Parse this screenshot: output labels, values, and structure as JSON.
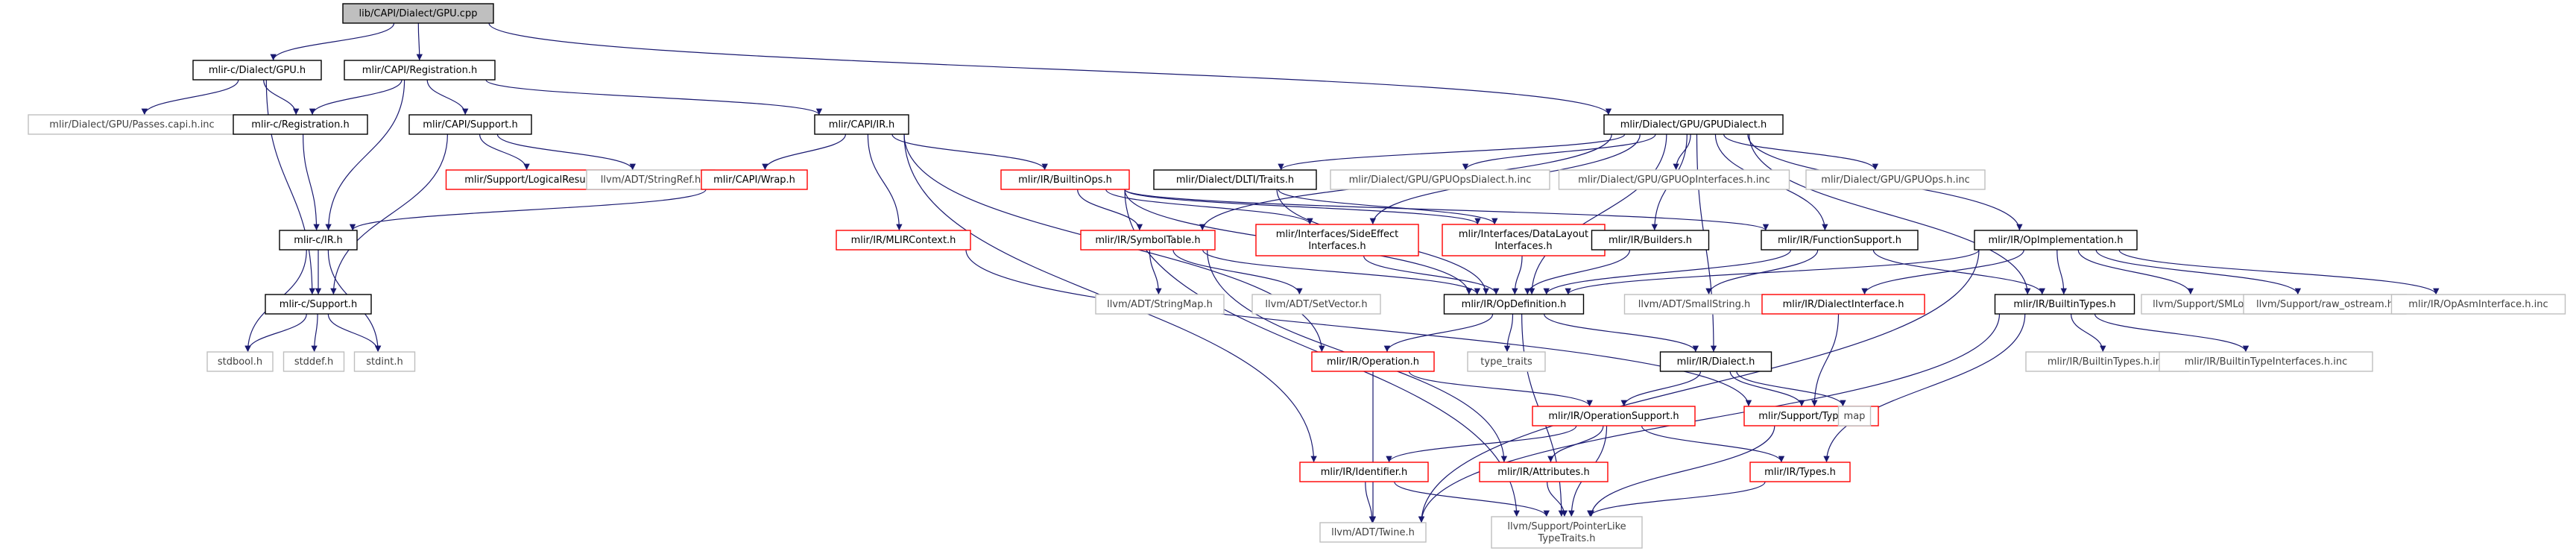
{
  "colors": {
    "edge": "#191970",
    "box_black": "#000000",
    "box_red": "#ff0000",
    "box_gray": "#bfbfbf",
    "root_fill": "#bfbfbf",
    "text_default": "#000000",
    "text_gray": "#404040"
  },
  "nodes": [
    {
      "id": "gpu_cpp",
      "lines": [
        "lib/CAPI/Dialect/GPU.cpp"
      ],
      "style": "root"
    },
    {
      "id": "c_dialect_gpu_h",
      "lines": [
        "mlir-c/Dialect/GPU.h"
      ],
      "style": "black"
    },
    {
      "id": "capi_registration_h",
      "lines": [
        "mlir/CAPI/Registration.h"
      ],
      "style": "black"
    },
    {
      "id": "gpudialect_h",
      "lines": [
        "mlir/Dialect/GPU/GPUDialect.h"
      ],
      "style": "black"
    },
    {
      "id": "gpu_passes_capi_inc",
      "lines": [
        "mlir/Dialect/GPU/Passes.capi.h.inc"
      ],
      "style": "gray"
    },
    {
      "id": "c_registration_h",
      "lines": [
        "mlir-c/Registration.h"
      ],
      "style": "black"
    },
    {
      "id": "capi_support_h",
      "lines": [
        "mlir/CAPI/Support.h"
      ],
      "style": "black"
    },
    {
      "id": "capi_ir_h",
      "lines": [
        "mlir/CAPI/IR.h"
      ],
      "style": "black"
    },
    {
      "id": "logicalresult_h",
      "lines": [
        "mlir/Support/LogicalResult.h"
      ],
      "style": "red"
    },
    {
      "id": "stringref_h",
      "lines": [
        "llvm/ADT/StringRef.h"
      ],
      "style": "gray"
    },
    {
      "id": "capi_wrap_h",
      "lines": [
        "mlir/CAPI/Wrap.h"
      ],
      "style": "red"
    },
    {
      "id": "builtinops_h",
      "lines": [
        "mlir/IR/BuiltinOps.h"
      ],
      "style": "red"
    },
    {
      "id": "dlti_traits_h",
      "lines": [
        "mlir/Dialect/DLTI/Traits.h"
      ],
      "style": "black"
    },
    {
      "id": "gpuopsdialect_inc",
      "lines": [
        "mlir/Dialect/GPU/GPUOpsDialect.h.inc"
      ],
      "style": "gray"
    },
    {
      "id": "gpuopinterfaces_inc",
      "lines": [
        "mlir/Dialect/GPU/GPUOpInterfaces.h.inc"
      ],
      "style": "gray"
    },
    {
      "id": "gpuops_inc",
      "lines": [
        "mlir/Dialect/GPU/GPUOps.h.inc"
      ],
      "style": "gray"
    },
    {
      "id": "c_ir_h",
      "lines": [
        "mlir-c/IR.h"
      ],
      "style": "black"
    },
    {
      "id": "mlircontext_h",
      "lines": [
        "mlir/IR/MLIRContext.h"
      ],
      "style": "red"
    },
    {
      "id": "symboltable_h",
      "lines": [
        "mlir/IR/SymbolTable.h"
      ],
      "style": "red"
    },
    {
      "id": "sideeffect_h",
      "lines": [
        "mlir/Interfaces/SideEffect",
        "Interfaces.h"
      ],
      "style": "red"
    },
    {
      "id": "datalayout_h",
      "lines": [
        "mlir/Interfaces/DataLayout",
        "Interfaces.h"
      ],
      "style": "red"
    },
    {
      "id": "builders_h",
      "lines": [
        "mlir/IR/Builders.h"
      ],
      "style": "black"
    },
    {
      "id": "functionsupport_h",
      "lines": [
        "mlir/IR/FunctionSupport.h"
      ],
      "style": "black"
    },
    {
      "id": "opimplementation_h",
      "lines": [
        "mlir/IR/OpImplementation.h"
      ],
      "style": "black"
    },
    {
      "id": "c_support_h",
      "lines": [
        "mlir-c/Support.h"
      ],
      "style": "black"
    },
    {
      "id": "stringmap_h",
      "lines": [
        "llvm/ADT/StringMap.h"
      ],
      "style": "gray"
    },
    {
      "id": "setvector_h",
      "lines": [
        "llvm/ADT/SetVector.h"
      ],
      "style": "gray"
    },
    {
      "id": "opdefinition_h",
      "lines": [
        "mlir/IR/OpDefinition.h"
      ],
      "style": "black"
    },
    {
      "id": "smallstring_h",
      "lines": [
        "llvm/ADT/SmallString.h"
      ],
      "style": "gray"
    },
    {
      "id": "dialectinterface_h",
      "lines": [
        "mlir/IR/DialectInterface.h"
      ],
      "style": "red"
    },
    {
      "id": "builtintypes_h",
      "lines": [
        "mlir/IR/BuiltinTypes.h"
      ],
      "style": "black"
    },
    {
      "id": "smloc_h",
      "lines": [
        "llvm/Support/SMLoc.h"
      ],
      "style": "gray"
    },
    {
      "id": "raw_ostream_h",
      "lines": [
        "llvm/Support/raw_ostream.h"
      ],
      "style": "gray"
    },
    {
      "id": "opasminterface_inc",
      "lines": [
        "mlir/IR/OpAsmInterface.h.inc"
      ],
      "style": "gray"
    },
    {
      "id": "stdbool_h",
      "lines": [
        "stdbool.h"
      ],
      "style": "gray"
    },
    {
      "id": "stddef_h",
      "lines": [
        "stddef.h"
      ],
      "style": "gray"
    },
    {
      "id": "stdint_h",
      "lines": [
        "stdint.h"
      ],
      "style": "gray"
    },
    {
      "id": "operation_h",
      "lines": [
        "mlir/IR/Operation.h"
      ],
      "style": "red"
    },
    {
      "id": "type_traits",
      "lines": [
        "type_traits"
      ],
      "style": "gray"
    },
    {
      "id": "dialect_h",
      "lines": [
        "mlir/IR/Dialect.h"
      ],
      "style": "black"
    },
    {
      "id": "builtintypes_inc",
      "lines": [
        "mlir/IR/BuiltinTypes.h.inc"
      ],
      "style": "gray"
    },
    {
      "id": "builtintypeinterfaces_inc",
      "lines": [
        "mlir/IR/BuiltinTypeInterfaces.h.inc"
      ],
      "style": "gray"
    },
    {
      "id": "operationsupport_h",
      "lines": [
        "mlir/IR/OperationSupport.h"
      ],
      "style": "red"
    },
    {
      "id": "typeid_h",
      "lines": [
        "mlir/Support/TypeID.h"
      ],
      "style": "red"
    },
    {
      "id": "map",
      "lines": [
        "map"
      ],
      "style": "gray"
    },
    {
      "id": "identifier_h",
      "lines": [
        "mlir/IR/Identifier.h"
      ],
      "style": "red"
    },
    {
      "id": "attributes_h",
      "lines": [
        "mlir/IR/Attributes.h"
      ],
      "style": "red"
    },
    {
      "id": "types_h",
      "lines": [
        "mlir/IR/Types.h"
      ],
      "style": "red"
    },
    {
      "id": "twine_h",
      "lines": [
        "llvm/ADT/Twine.h"
      ],
      "style": "gray"
    },
    {
      "id": "pointerlike_h",
      "lines": [
        "llvm/Support/PointerLike",
        "TypeTraits.h"
      ],
      "style": "gray"
    }
  ],
  "edges": [
    [
      "gpu_cpp",
      "c_dialect_gpu_h"
    ],
    [
      "gpu_cpp",
      "capi_registration_h"
    ],
    [
      "gpu_cpp",
      "gpudialect_h"
    ],
    [
      "c_dialect_gpu_h",
      "gpu_passes_capi_inc"
    ],
    [
      "c_dialect_gpu_h",
      "c_registration_h"
    ],
    [
      "c_dialect_gpu_h",
      "c_support_h"
    ],
    [
      "capi_registration_h",
      "c_registration_h"
    ],
    [
      "capi_registration_h",
      "capi_support_h"
    ],
    [
      "capi_registration_h",
      "capi_ir_h"
    ],
    [
      "capi_registration_h",
      "c_ir_h"
    ],
    [
      "c_registration_h",
      "c_ir_h"
    ],
    [
      "capi_support_h",
      "logicalresult_h"
    ],
    [
      "capi_support_h",
      "stringref_h"
    ],
    [
      "capi_support_h",
      "c_support_h"
    ],
    [
      "capi_ir_h",
      "capi_wrap_h"
    ],
    [
      "capi_ir_h",
      "builtinops_h"
    ],
    [
      "capi_ir_h",
      "mlircontext_h"
    ],
    [
      "capi_ir_h",
      "operation_h"
    ],
    [
      "capi_ir_h",
      "identifier_h"
    ],
    [
      "capi_wrap_h",
      "c_ir_h"
    ],
    [
      "c_ir_h",
      "c_support_h"
    ],
    [
      "c_ir_h",
      "stdbool_h"
    ],
    [
      "c_ir_h",
      "stdint_h"
    ],
    [
      "c_support_h",
      "stdbool_h"
    ],
    [
      "c_support_h",
      "stddef_h"
    ],
    [
      "c_support_h",
      "stdint_h"
    ],
    [
      "gpudialect_h",
      "dlti_traits_h"
    ],
    [
      "gpudialect_h",
      "gpuopsdialect_inc"
    ],
    [
      "gpudialect_h",
      "gpuopinterfaces_inc"
    ],
    [
      "gpudialect_h",
      "gpuops_inc"
    ],
    [
      "gpudialect_h",
      "builders_h"
    ],
    [
      "gpudialect_h",
      "functionsupport_h"
    ],
    [
      "gpudialect_h",
      "opimplementation_h"
    ],
    [
      "gpudialect_h",
      "sideeffect_h"
    ],
    [
      "gpudialect_h",
      "symboltable_h"
    ],
    [
      "gpudialect_h",
      "opdefinition_h"
    ],
    [
      "gpudialect_h",
      "builtintypes_h"
    ],
    [
      "gpudialect_h",
      "dialect_h"
    ],
    [
      "builtinops_h",
      "symboltable_h"
    ],
    [
      "builtinops_h",
      "sideeffect_h"
    ],
    [
      "builtinops_h",
      "datalayout_h"
    ],
    [
      "builtinops_h",
      "functionsupport_h"
    ],
    [
      "builtinops_h",
      "opdefinition_h"
    ],
    [
      "builtinops_h",
      "pointerlike_h"
    ],
    [
      "dlti_traits_h",
      "datalayout_h"
    ],
    [
      "dlti_traits_h",
      "opdefinition_h"
    ],
    [
      "mlircontext_h",
      "typeid_h"
    ],
    [
      "symboltable_h",
      "stringmap_h"
    ],
    [
      "symboltable_h",
      "setvector_h"
    ],
    [
      "symboltable_h",
      "opdefinition_h"
    ],
    [
      "symboltable_h",
      "attributes_h"
    ],
    [
      "sideeffect_h",
      "opdefinition_h"
    ],
    [
      "datalayout_h",
      "opdefinition_h"
    ],
    [
      "builders_h",
      "opdefinition_h"
    ],
    [
      "functionsupport_h",
      "opdefinition_h"
    ],
    [
      "functionsupport_h",
      "smallstring_h"
    ],
    [
      "functionsupport_h",
      "builtintypes_h"
    ],
    [
      "opimplementation_h",
      "dialectinterface_h"
    ],
    [
      "opimplementation_h",
      "builtintypes_h"
    ],
    [
      "opimplementation_h",
      "smloc_h"
    ],
    [
      "opimplementation_h",
      "raw_ostream_h"
    ],
    [
      "opimplementation_h",
      "opasminterface_inc"
    ],
    [
      "opimplementation_h",
      "opdefinition_h"
    ],
    [
      "opimplementation_h",
      "twine_h"
    ],
    [
      "opdefinition_h",
      "operation_h"
    ],
    [
      "opdefinition_h",
      "type_traits"
    ],
    [
      "opdefinition_h",
      "dialect_h"
    ],
    [
      "opdefinition_h",
      "pointerlike_h"
    ],
    [
      "dialectinterface_h",
      "typeid_h"
    ],
    [
      "builtintypes_h",
      "builtintypes_inc"
    ],
    [
      "builtintypes_h",
      "builtintypeinterfaces_inc"
    ],
    [
      "builtintypes_h",
      "types_h"
    ],
    [
      "builtintypes_h",
      "twine_h"
    ],
    [
      "operation_h",
      "operationsupport_h"
    ],
    [
      "operation_h",
      "twine_h"
    ],
    [
      "dialect_h",
      "operationsupport_h"
    ],
    [
      "dialect_h",
      "typeid_h"
    ],
    [
      "dialect_h",
      "map"
    ],
    [
      "operationsupport_h",
      "identifier_h"
    ],
    [
      "operationsupport_h",
      "attributes_h"
    ],
    [
      "operationsupport_h",
      "types_h"
    ],
    [
      "operationsupport_h",
      "pointerlike_h"
    ],
    [
      "typeid_h",
      "pointerlike_h"
    ],
    [
      "identifier_h",
      "twine_h"
    ],
    [
      "identifier_h",
      "pointerlike_h"
    ],
    [
      "attributes_h",
      "pointerlike_h"
    ],
    [
      "types_h",
      "pointerlike_h"
    ]
  ]
}
